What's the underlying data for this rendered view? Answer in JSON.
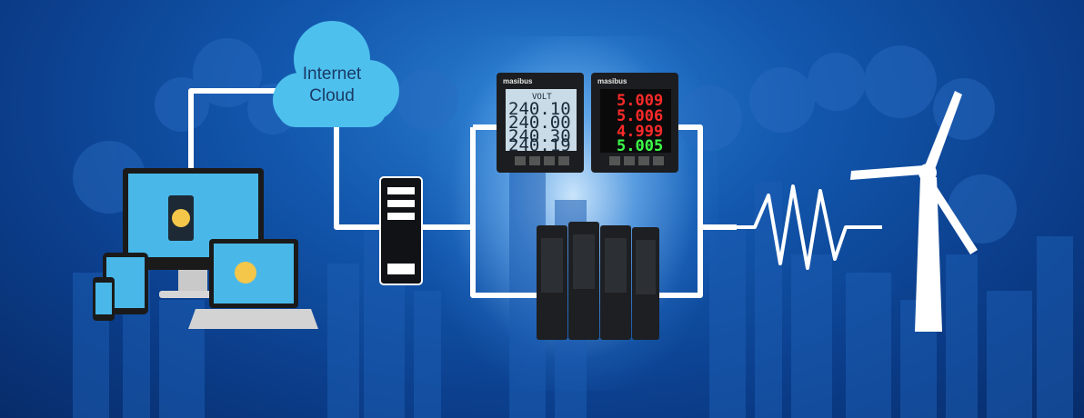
{
  "cloud": {
    "line1": "Internet",
    "line2": "Cloud"
  },
  "meter_lcd": {
    "brand": "masibus",
    "label": "VOLT",
    "readings": [
      "240.10",
      "240.00",
      "240.30",
      "240.19"
    ]
  },
  "meter_led": {
    "brand": "masibus",
    "readings": [
      "5.009",
      "5.006",
      "4.999",
      "5.005"
    ]
  },
  "colors": {
    "line": "#ffffff",
    "led_red": "#ff2a2a",
    "led_green": "#3cff4a",
    "lcd_bg": "#c9dbe6"
  },
  "icons": [
    "cloud-icon",
    "monitor-icon",
    "tablet-icon",
    "phone-icon",
    "laptop-icon",
    "server-icon",
    "wind-turbine-icon",
    "signal-wave-icon"
  ]
}
